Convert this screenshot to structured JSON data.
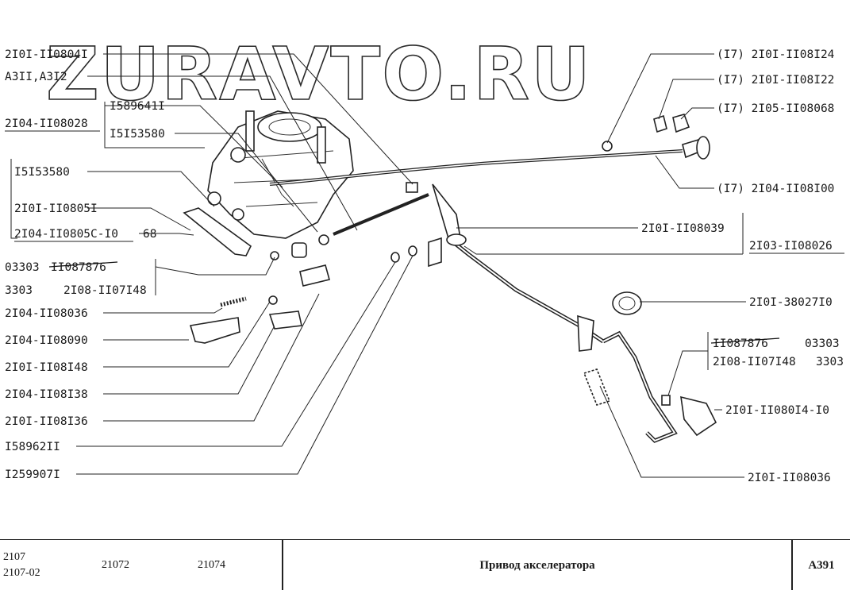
{
  "watermark": "ZURAVTO.RU",
  "labels": {
    "l1": "2I0I-II0804I",
    "l2": "А3II,А3I2",
    "l3": "2I04-II08028",
    "l4": "I589641I",
    "l5": "I5I53580",
    "l6": "I5I53580",
    "l7": "2I0I-II0805I",
    "l8": "2I04-II0805С-I0",
    "l8b": "68",
    "l9a": "03303",
    "l9b": "II087876",
    "l10a": "3303",
    "l10b": "2I08-II07I48",
    "l11": "2I04-II08036",
    "l12": "2I04-II08090",
    "l13": "2I0I-II08I48",
    "l14": "2I04-II08I38",
    "l15": "2I0I-II08I36",
    "l16": "I58962II",
    "l17": "I259907I",
    "r1": "(I7) 2I0I-II08I24",
    "r2": "(I7) 2I0I-II08I22",
    "r3": "(I7) 2I05-II08068",
    "r4": "(I7) 2I04-II08I00",
    "r5": "2I0I-II08039",
    "r6": "2I03-II08026",
    "r7": "2I0I-38027I0",
    "r8a": "II087876",
    "r8b": "03303",
    "r9a": "2I08-II07I48",
    "r9b": "3303",
    "r10": "2I0I-II080I4-I0",
    "r11": "2I0I-II08036"
  },
  "footer": {
    "models_a": "2107",
    "models_b": "2107-02",
    "model_2": "21072",
    "model_3": "21074",
    "title": "Привод акселератора",
    "code": "А391"
  }
}
